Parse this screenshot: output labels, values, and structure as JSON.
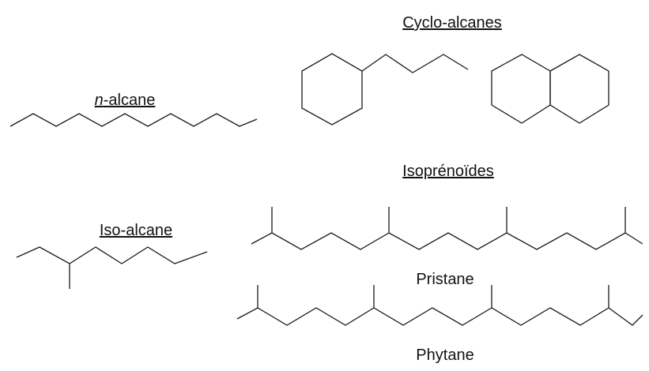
{
  "labels": {
    "n_alcane_prefix": "n",
    "n_alcane_suffix": "-alcane",
    "cyclo_alcanes": "Cyclo-alcanes",
    "isoprenoides": "Isoprénoïdes",
    "iso_alcane": "Iso-alcane",
    "pristane": "Pristane",
    "phytane": "Phytane"
  },
  "colors": {
    "line": "#1a1a1a",
    "text": "#111111",
    "background": "#ffffff"
  }
}
